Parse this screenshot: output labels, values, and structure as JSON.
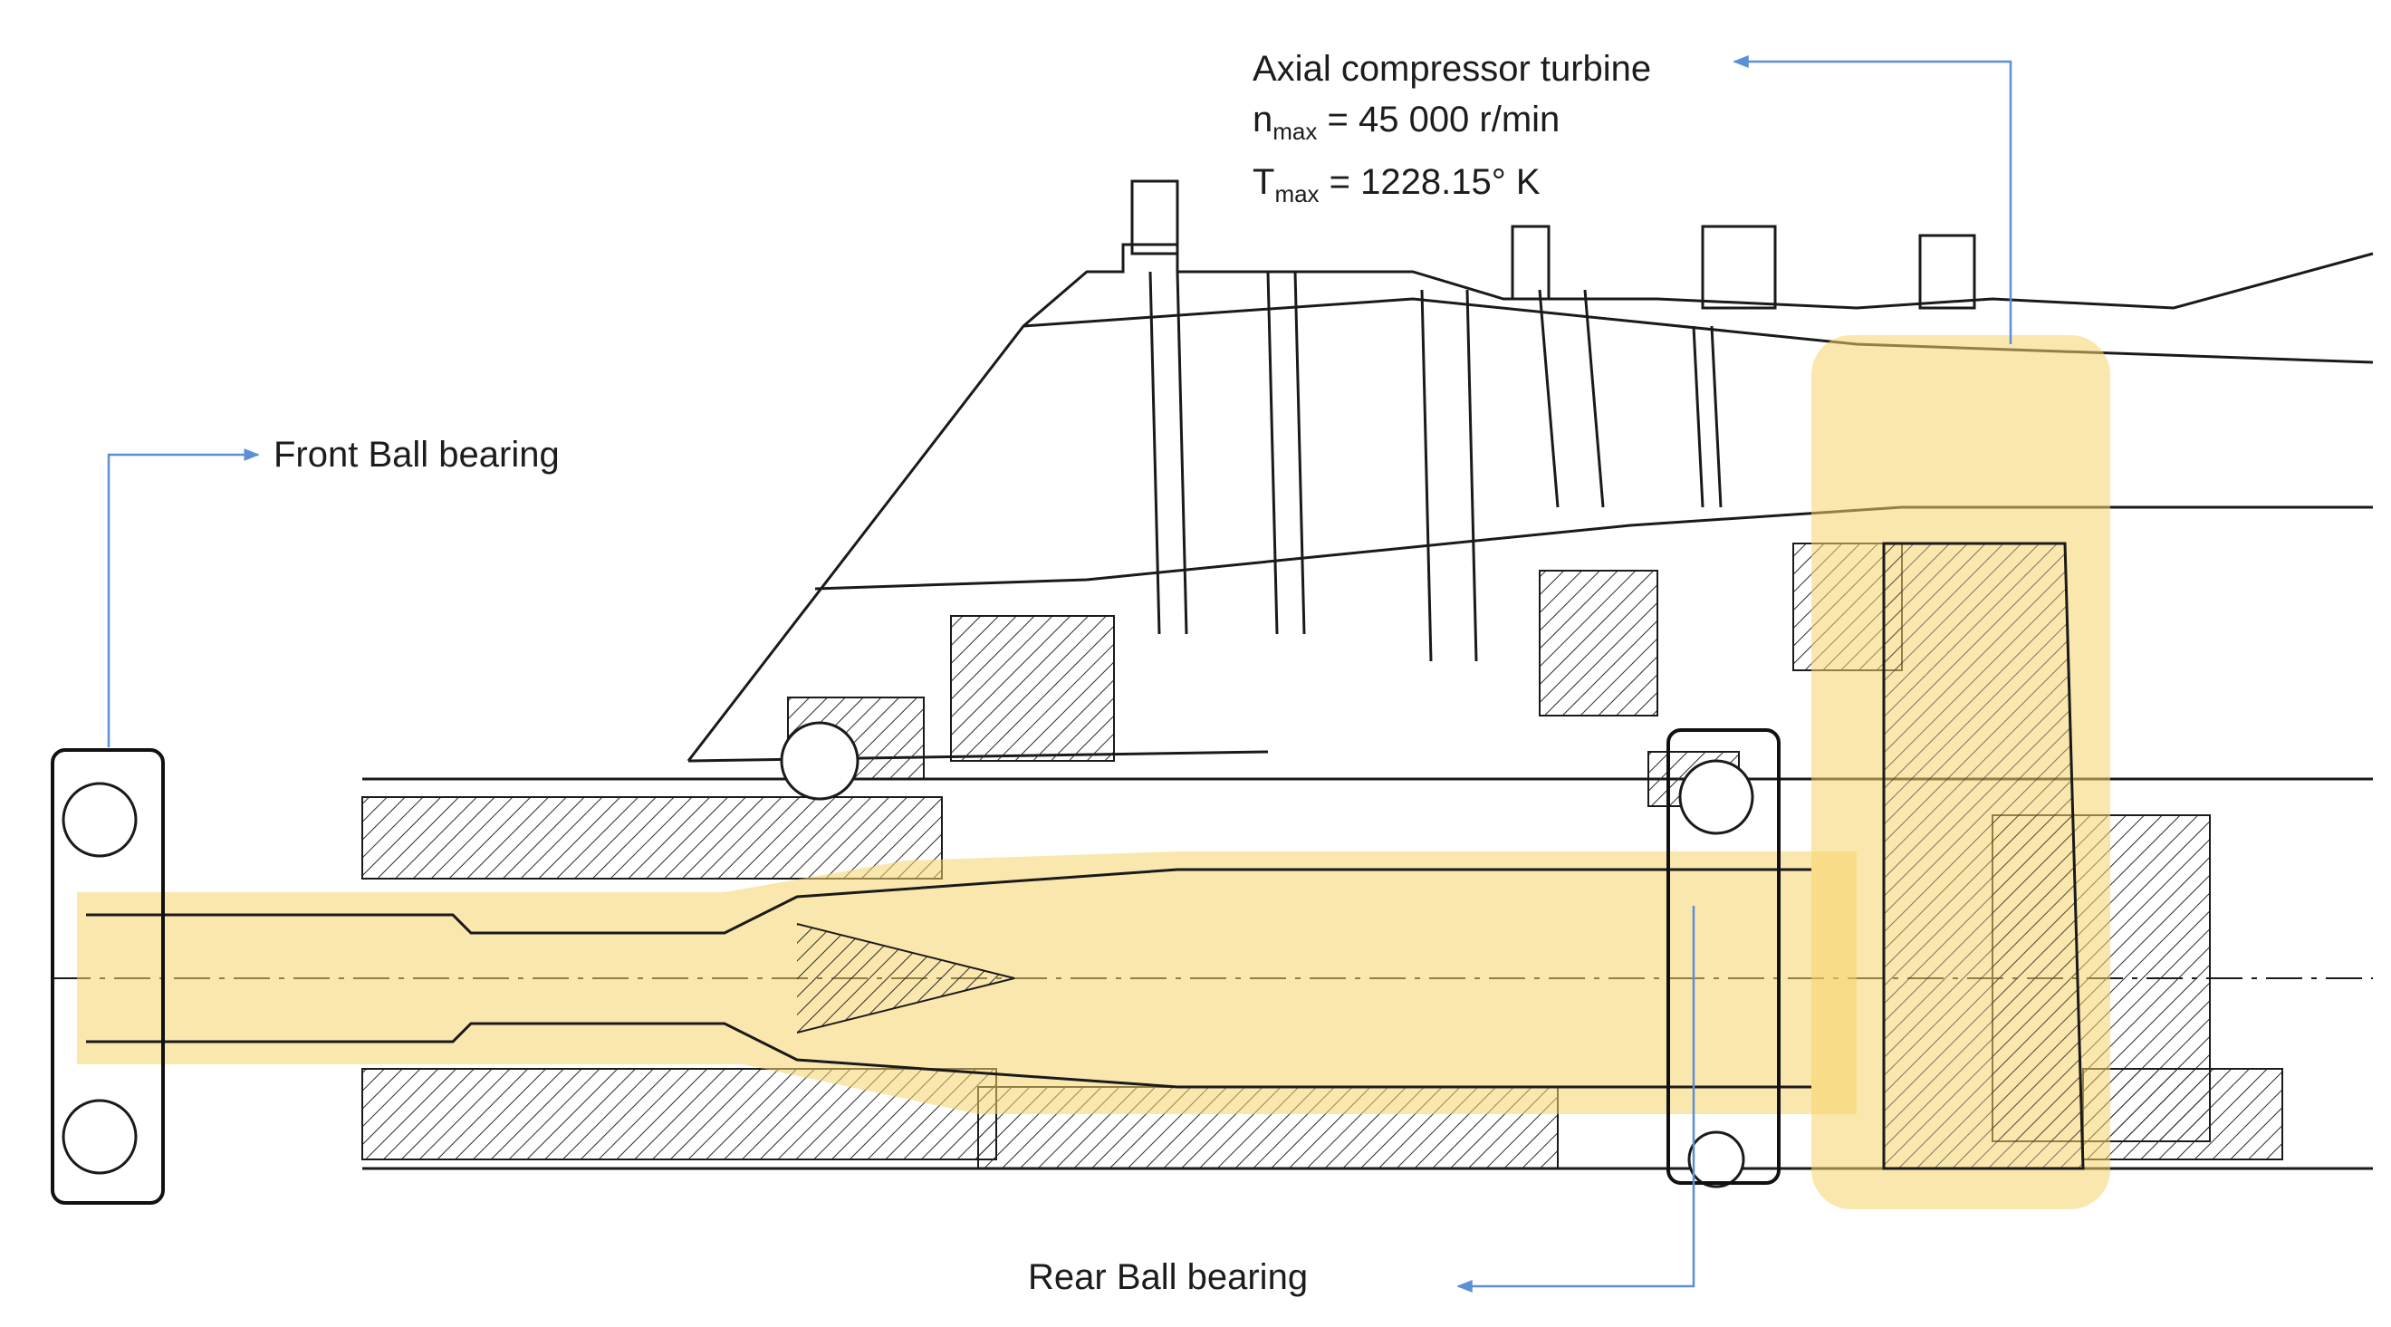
{
  "annotations": {
    "front_bearing": "Front Ball bearing",
    "rear_bearing": "Rear Ball bearing",
    "turbine": {
      "title": "Axial compressor turbine",
      "n_symbol": "n",
      "n_sub": "max",
      "n_value": " = 45 000 r/min",
      "t_symbol": "T",
      "t_sub": "max",
      "t_value": " = 1228.15° K"
    }
  },
  "colors": {
    "highlight": "#f5d36a",
    "line": "#1a1a1a",
    "callout": "#5b8fd6",
    "box": "#111111"
  }
}
